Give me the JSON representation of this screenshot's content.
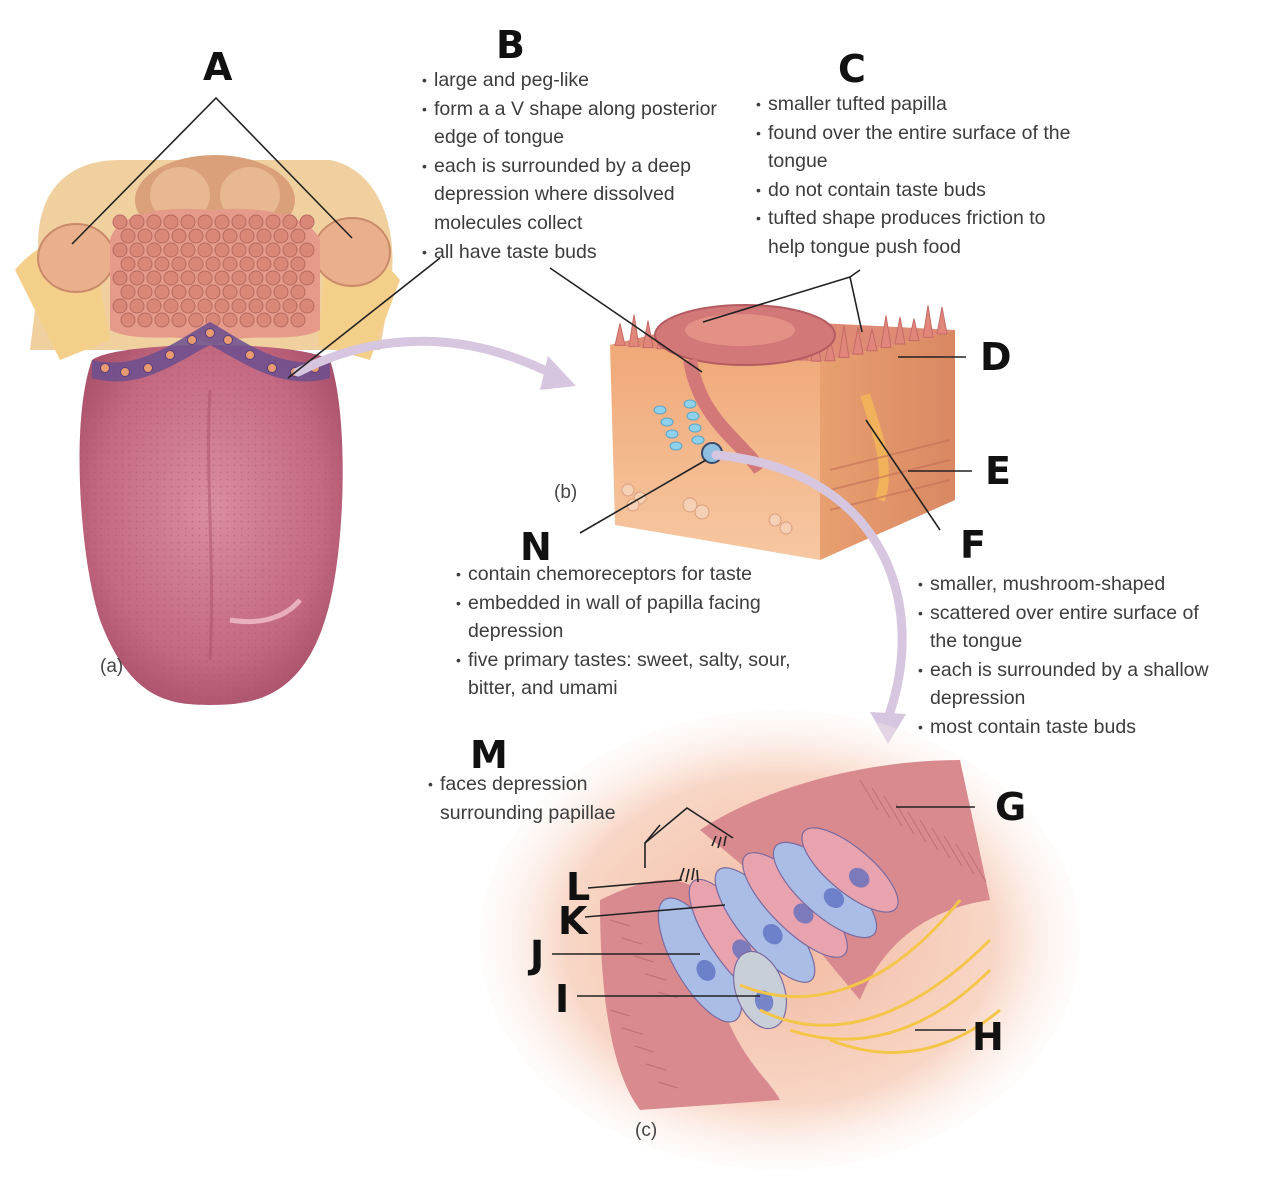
{
  "labels": {
    "a": "A",
    "b": "B",
    "c": "C",
    "d": "D",
    "e": "E",
    "f": "F",
    "g": "G",
    "h": "H",
    "i": "I",
    "j": "J",
    "k": "K",
    "l": "L",
    "m": "M",
    "n": "N"
  },
  "panel_tags": {
    "a": "(a)",
    "b": "(b)",
    "c": "(c)"
  },
  "notes": {
    "b": [
      "large and peg-like",
      "form a a V shape along posterior edge of tongue",
      "each is surrounded by a deep depression where dissolved molecules collect",
      "all have taste buds"
    ],
    "c": [
      "smaller tufted papilla",
      "found over the entire surface of the tongue",
      "do not contain taste buds",
      "tufted shape produces friction to help tongue push food"
    ],
    "n": [
      "contain chemoreceptors for taste",
      "embedded in wall of papilla facing depression",
      "five primary tastes: sweet, salty, sour, bitter, and umami"
    ],
    "f": [
      "smaller, mushroom-shaped",
      "scattered over entire surface of the tongue",
      "each is surrounded by a shallow depression",
      "most contain taste buds"
    ],
    "m": [
      "faces depression surrounding papillae"
    ]
  },
  "colors": {
    "tongue": "#c96a82",
    "papilla": "#e8a070",
    "epithelium": "#d98a8e",
    "receptor_blue": "#9fb4e0",
    "nerve": "#f3c64a"
  }
}
